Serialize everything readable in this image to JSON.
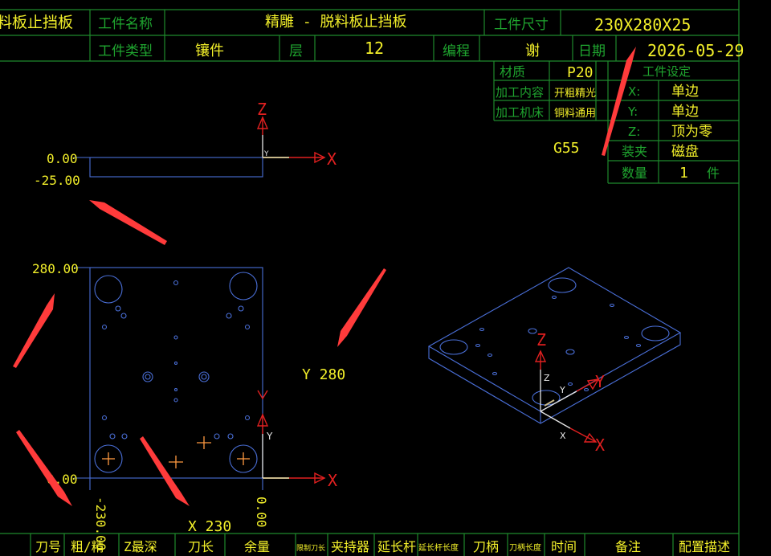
{
  "header": {
    "part_title": "料板止挡板",
    "part_name_label": "工件名称",
    "part_name_value": "精雕 - 脱料板止挡板",
    "part_size_label": "工件尺寸",
    "part_size_value": "230X280X25",
    "part_type_label": "工件类型",
    "part_type_value": "镶件",
    "layer_label": "层",
    "layer_value": "12",
    "programmer_label": "编程",
    "programmer_value": "谢",
    "date_label": "日期",
    "date_value": "2026-05-29"
  },
  "info": {
    "material_label": "材质",
    "material_value": "P20",
    "process_label": "加工内容",
    "process_value": "开粗精光",
    "machine_label": "加工机床",
    "machine_value": "铜料通用",
    "workset_label": "工件设定",
    "x_label": "X:",
    "x_value": "单边",
    "y_label": "Y:",
    "y_value": "单边",
    "z_label": "Z:",
    "z_value": "顶为零",
    "fixture_label": "装夹",
    "fixture_value": "磁盘",
    "qty_label": "数量",
    "qty_value": "1",
    "qty_unit": "件",
    "coord_system": "G55"
  },
  "side_view": {
    "top_dim": "0.00",
    "bottom_dim": "-25.00"
  },
  "top_view": {
    "y_max_dim": "280.00",
    "y_min_dim": "0.00",
    "x_min_dim": "-230.00",
    "x_max_dim": "0.00",
    "y_size_label": "Y 280",
    "x_size_label": "X 230"
  },
  "axes": {
    "x": "X",
    "y": "Y",
    "z": "Z"
  },
  "footer": {
    "columns": [
      "刀号",
      "粗/精",
      "Z最深",
      "刀长",
      "余量",
      "限制刀长",
      "夹持器",
      "延长杆",
      "延长杆长度",
      "刀柄",
      "刀柄长度",
      "时间",
      "备注",
      "配置描述"
    ]
  },
  "colors": {
    "frame": "#1f8a2c",
    "label": "#1fa52f",
    "value": "#f3f02a",
    "geometry": "#4a6fd8",
    "axis": "#e02020",
    "annotation_arrow": "#ff3b3b"
  }
}
